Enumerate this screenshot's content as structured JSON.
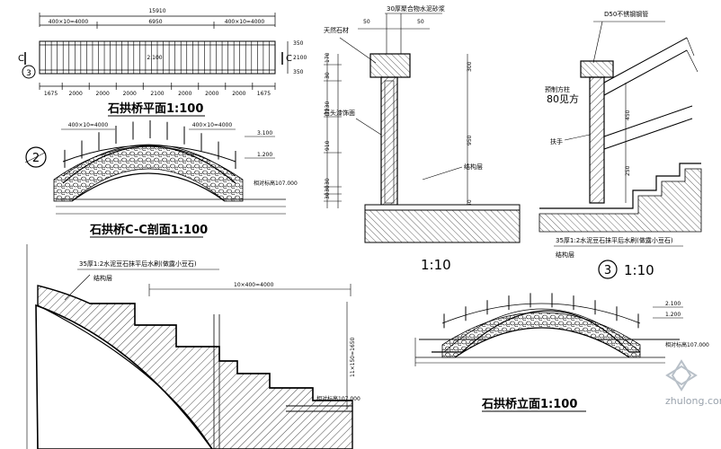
{
  "plan": {
    "title": "石拱桥平面1:100",
    "overall": "15910",
    "top_dims": [
      "400×10=4000",
      "6950",
      "400×10=4000"
    ],
    "center": "2.100",
    "right_dims": [
      "350",
      "2100",
      "350"
    ],
    "bottom_dims": [
      "1675",
      "2000",
      "2000",
      "2000",
      "2100",
      "2000",
      "2000",
      "2000",
      "1675"
    ],
    "section_letters": [
      "C",
      "C"
    ],
    "callout": "3"
  },
  "section": {
    "title": "石拱桥C-C剖面1:100",
    "callout": "2",
    "left_dim": "400×10=4000",
    "right_dim": "400×10=4000",
    "elevations": [
      "3.100",
      "1.200"
    ],
    "note": "相对标高107.000"
  },
  "detail1": {
    "scale": "1:10",
    "top_label": "30厚聚合物水泥砂浆",
    "top_dims": [
      "50",
      "50"
    ],
    "labels": [
      "天然石材",
      "石头漆饰面",
      "结构层"
    ],
    "left_dims": [
      "170",
      "30",
      "1230",
      "910",
      "30",
      "30",
      "30"
    ],
    "right_dims": [
      "300",
      "950",
      "50"
    ]
  },
  "detail3": {
    "scale": "1:10",
    "callout": "3",
    "pipe_label": "D50不锈钢钢管",
    "post_label": "预制方柱",
    "post_size": "80见方",
    "bar_label": "扶手",
    "dims": [
      "450",
      "250"
    ],
    "floor_label": "35厚1:2水泥豆石抹平后水刷(做露小豆石)",
    "struct_label": "结构层"
  },
  "stair": {
    "finish_label": "35厚1:2水泥豆石抹平后水刷(做露小豆石)",
    "struct_label": "结构层",
    "top_dim": "10×400=4000",
    "side_dim": "11×150=1650",
    "elev": "相对标高107.000"
  },
  "elevation": {
    "title": "石拱桥立面1:100",
    "elevs": [
      "2.100",
      "1.200"
    ],
    "ground": "相对标高107.000"
  },
  "watermark": "zhulong.com"
}
